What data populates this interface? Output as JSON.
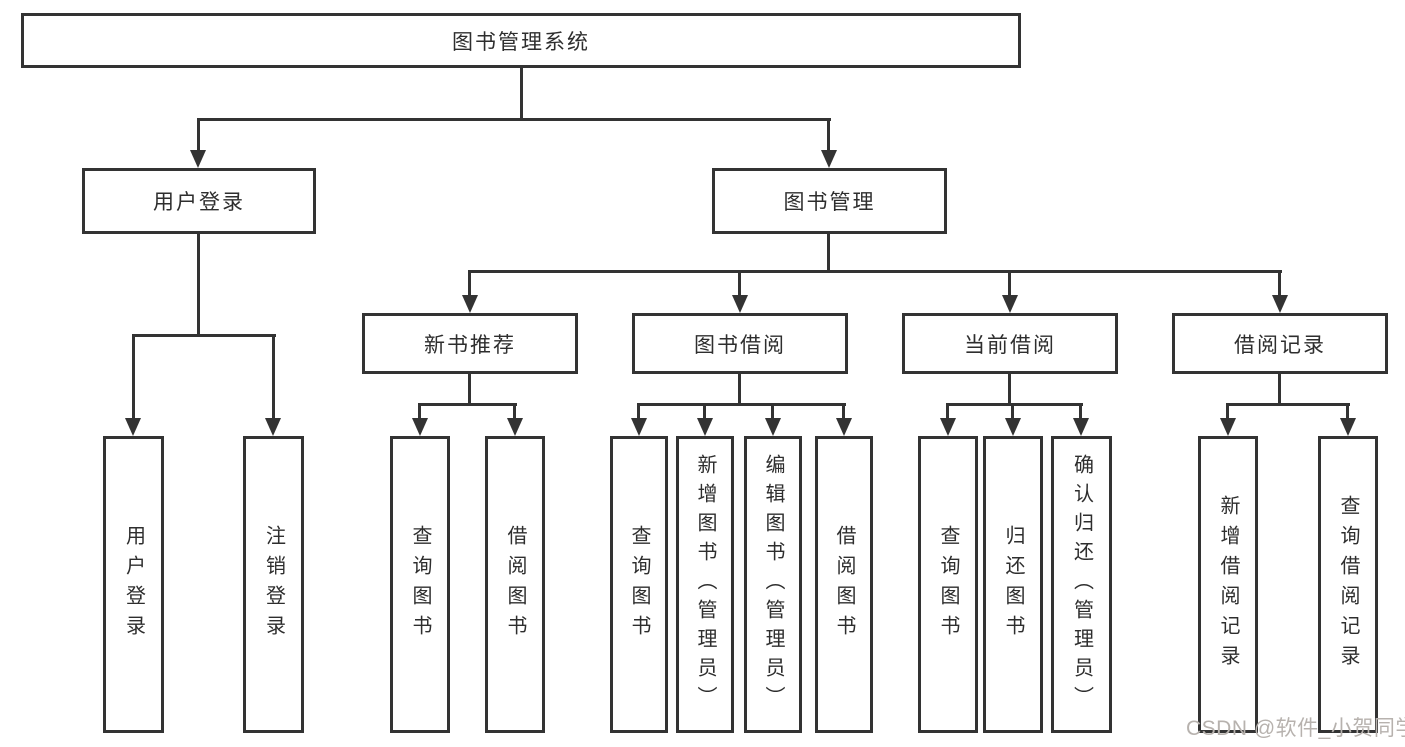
{
  "labels": {
    "root": "图书管理系统",
    "user_login": "用户登录",
    "book_mgmt": "图书管理",
    "new_book_rec": "新书推荐",
    "book_borrow": "图书借阅",
    "current_borrow": "当前借阅",
    "borrow_record": "借阅记录",
    "leaf_user_login": "用户登录",
    "leaf_logout": "注销登录",
    "leaf_rec_query": "查询图书",
    "leaf_rec_borrow": "借阅图书",
    "leaf_bb_query": "查询图书",
    "leaf_bb_add": "新增图书（管理员）",
    "leaf_bb_edit": "编辑图书（管理员）",
    "leaf_bb_borrow": "借阅图书",
    "leaf_cb_query": "查询图书",
    "leaf_cb_return": "归还图书",
    "leaf_cb_confirm": "确认归还（管理员）",
    "leaf_br_add": "新增借阅记录",
    "leaf_br_query": "查询借阅记录"
  },
  "hierarchy": {
    "图书管理系统": {
      "用户登录": [
        "用户登录",
        "注销登录"
      ],
      "图书管理": {
        "新书推荐": [
          "查询图书",
          "借阅图书"
        ],
        "图书借阅": [
          "查询图书",
          "新增图书（管理员）",
          "编辑图书（管理员）",
          "借阅图书"
        ],
        "当前借阅": [
          "查询图书",
          "归还图书",
          "确认归还（管理员）"
        ],
        "借阅记录": [
          "新增借阅记录",
          "查询借阅记录"
        ]
      }
    }
  },
  "watermark": "CSDN @软件_小贺同学",
  "colors": {
    "line": "#333333",
    "text": "#2e2e2e",
    "watermark_text": "#b7b2ae",
    "background": "#ffffff"
  }
}
